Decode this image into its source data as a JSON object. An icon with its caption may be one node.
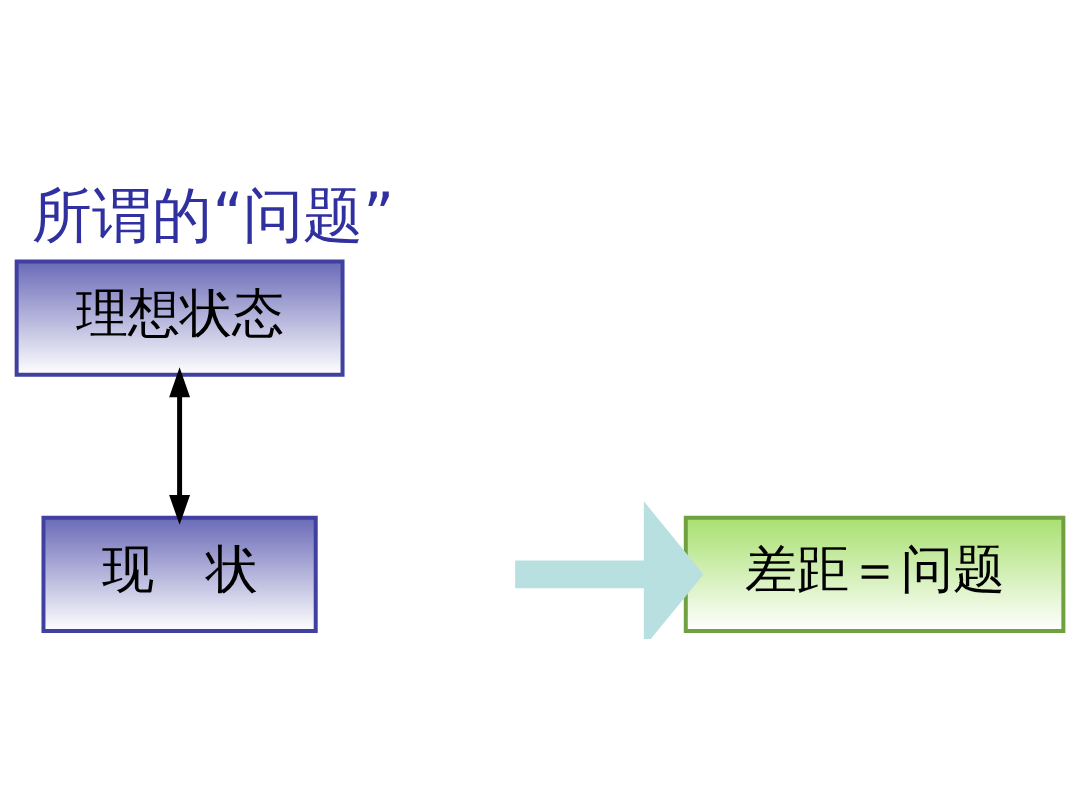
{
  "diagram": {
    "title": "所谓的“问题”",
    "nodes": [
      {
        "text": [
          "理想状态"
        ]
      },
      {
        "text": [
          "现　状"
        ]
      },
      {
        "text": [
          "差距＝问题"
        ]
      }
    ],
    "edges": [
      {
        "from": 0,
        "to": 1,
        "arrow": "both"
      },
      {
        "from": null,
        "to": 2,
        "arrow": "to",
        "style": "thick",
        "color": "#b8e0e0"
      }
    ]
  }
}
